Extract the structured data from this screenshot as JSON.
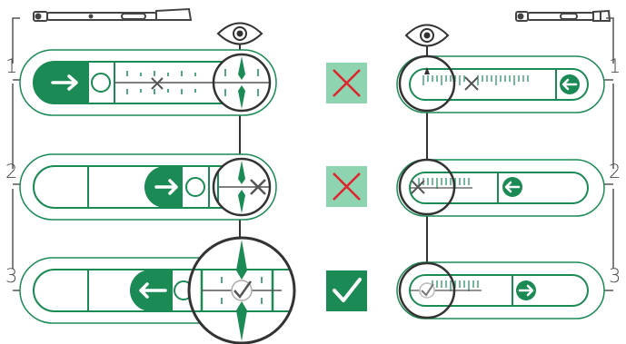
{
  "rows": [
    {
      "number": "1",
      "verdict": "incorrect"
    },
    {
      "number": "2",
      "verdict": "incorrect"
    },
    {
      "number": "3",
      "verdict": "correct"
    }
  ],
  "colors": {
    "green": "#1b8a55",
    "light_green": "#8fd4b0",
    "red": "#e0232c",
    "outline": "#333333",
    "grey": "#555555"
  },
  "icons": [
    "torque-wrench-icon",
    "eye-icon",
    "cross-icon",
    "check-icon",
    "arrow-right-icon",
    "arrow-left-icon"
  ]
}
